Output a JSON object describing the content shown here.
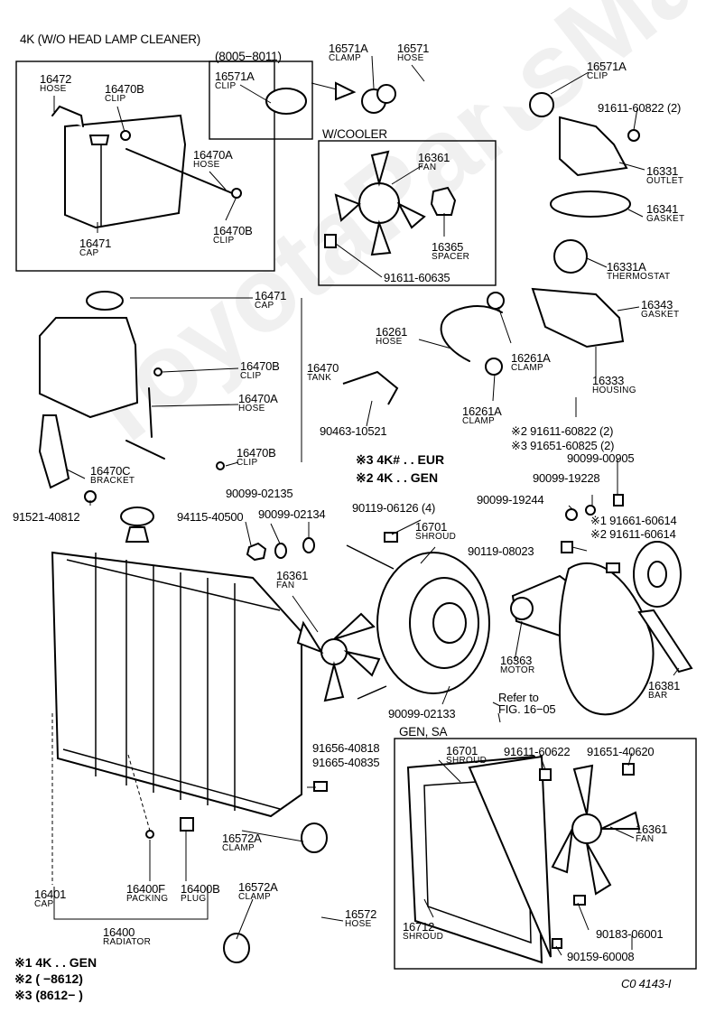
{
  "sections": {
    "header": "4K (W/O HEAD LAMP CLEANER)",
    "date_range_clip": "(8005−8011)",
    "with_cooler": "W/COOLER",
    "gen_sa": "GEN, SA"
  },
  "watermark": "ToyotaPartsManual",
  "parts": [
    {
      "id": "p16571A_box",
      "num": "16571A",
      "name": "CLIP"
    },
    {
      "id": "p16571A_a",
      "num": "16571A",
      "name": "CLAMP"
    },
    {
      "id": "p16571",
      "num": "16571",
      "name": "HOSE"
    },
    {
      "id": "p16571A_b",
      "num": "16571A",
      "name": "CLIP"
    },
    {
      "id": "p91611_60822_top",
      "num": "91611-60822 (2)",
      "name": ""
    },
    {
      "id": "p16331",
      "num": "16331",
      "name": "OUTLET"
    },
    {
      "id": "p16341",
      "num": "16341",
      "name": "GASKET"
    },
    {
      "id": "p16331A",
      "num": "16331A",
      "name": "THERMOSTAT"
    },
    {
      "id": "p16343",
      "num": "16343",
      "name": "GASKET"
    },
    {
      "id": "p16472",
      "num": "16472",
      "name": "HOSE"
    },
    {
      "id": "p16470B_a",
      "num": "16470B",
      "name": "CLIP"
    },
    {
      "id": "p16470A_a",
      "num": "16470A",
      "name": "HOSE"
    },
    {
      "id": "p16470B_b",
      "num": "16470B",
      "name": "CLIP"
    },
    {
      "id": "p16471_a",
      "num": "16471",
      "name": "CAP"
    },
    {
      "id": "p16361_cooler",
      "num": "16361",
      "name": "FAN"
    },
    {
      "id": "p16365",
      "num": "16365",
      "name": "SPACER"
    },
    {
      "id": "p91611_60635",
      "num": "91611-60635",
      "name": ""
    },
    {
      "id": "p16471_b",
      "num": "16471",
      "name": "CAP"
    },
    {
      "id": "p16470B_c",
      "num": "16470B",
      "name": "CLIP"
    },
    {
      "id": "p16470",
      "num": "16470",
      "name": "TANK"
    },
    {
      "id": "p16470A_b",
      "num": "16470A",
      "name": "HOSE"
    },
    {
      "id": "p16470B_d",
      "num": "16470B",
      "name": "CLIP"
    },
    {
      "id": "p16470C",
      "num": "16470C",
      "name": "BRACKET"
    },
    {
      "id": "p90463",
      "num": "90463-10521",
      "name": ""
    },
    {
      "id": "p16261",
      "num": "16261",
      "name": "HOSE"
    },
    {
      "id": "p16261A_a",
      "num": "16261A",
      "name": "CLAMP"
    },
    {
      "id": "p16261A_b",
      "num": "16261A",
      "name": "CLAMP"
    },
    {
      "id": "p16333",
      "num": "16333",
      "name": "HOUSING"
    },
    {
      "id": "p91611_60822_mid",
      "num": "※2  91611-60822 (2)",
      "name": ""
    },
    {
      "id": "p91651_60825",
      "num": "※3  91651-60825 (2)",
      "name": ""
    },
    {
      "id": "p90099_00905",
      "num": "90099-00905",
      "name": ""
    },
    {
      "id": "p90099_19228",
      "num": "90099-19228",
      "name": ""
    },
    {
      "id": "p90099_19244",
      "num": "90099-19244",
      "name": ""
    },
    {
      "id": "p91661_60614",
      "num": "※1  91661-60614",
      "name": ""
    },
    {
      "id": "p91611_60614",
      "num": "※2  91611-60614",
      "name": ""
    },
    {
      "id": "p91521",
      "num": "91521-40812",
      "name": ""
    },
    {
      "id": "p94115",
      "num": "94115-40500",
      "name": ""
    },
    {
      "id": "p90099_02135",
      "num": "90099-02135",
      "name": ""
    },
    {
      "id": "p90099_02134",
      "num": "90099-02134",
      "name": ""
    },
    {
      "id": "p90119_06126",
      "num": "90119-06126 (4)",
      "name": ""
    },
    {
      "id": "p16701_a",
      "num": "16701",
      "name": "SHROUD"
    },
    {
      "id": "p90119_08023",
      "num": "90119-08023",
      "name": ""
    },
    {
      "id": "p16361_main",
      "num": "16361",
      "name": "FAN"
    },
    {
      "id": "p16363",
      "num": "16363",
      "name": "MOTOR"
    },
    {
      "id": "p16381",
      "num": "16381",
      "name": "BAR"
    },
    {
      "id": "p90099_02133",
      "num": "90099-02133",
      "name": ""
    },
    {
      "id": "p91656",
      "num": "91656-40818",
      "name": ""
    },
    {
      "id": "p91665",
      "num": "91665-40835",
      "name": ""
    },
    {
      "id": "p16701_b",
      "num": "16701",
      "name": "SHROUD"
    },
    {
      "id": "p91611_60622",
      "num": "91611-60622",
      "name": ""
    },
    {
      "id": "p91651_40620",
      "num": "91651-40620",
      "name": ""
    },
    {
      "id": "p16361_gen",
      "num": "16361",
      "name": "FAN"
    },
    {
      "id": "p16572A_a",
      "num": "16572A",
      "name": "CLAMP"
    },
    {
      "id": "p16572A_b",
      "num": "16572A",
      "name": "CLAMP"
    },
    {
      "id": "p16572",
      "num": "16572",
      "name": "HOSE"
    },
    {
      "id": "p16401",
      "num": "16401",
      "name": "CAP"
    },
    {
      "id": "p16400F",
      "num": "16400F",
      "name": "PACKING"
    },
    {
      "id": "p16400B",
      "num": "16400B",
      "name": "PLUG"
    },
    {
      "id": "p16400",
      "num": "16400",
      "name": "RADIATOR"
    },
    {
      "id": "p16712",
      "num": "16712",
      "name": "SHROUD"
    },
    {
      "id": "p90183",
      "num": "90183-06001",
      "name": ""
    },
    {
      "id": "p90159",
      "num": "90159-60008",
      "name": ""
    }
  ],
  "refer_note": {
    "line1": "Refer to",
    "line2": "FIG. 16−05"
  },
  "variant_notes": {
    "n3": "※3 4K#  . . EUR",
    "n2": "※2 4K  . . GEN"
  },
  "legend": {
    "l1": "※1  4K . . GEN",
    "l2": "※2 (         −8612)",
    "l3": "※3 (8612−         )"
  },
  "figure_code": "C0 4143-I"
}
